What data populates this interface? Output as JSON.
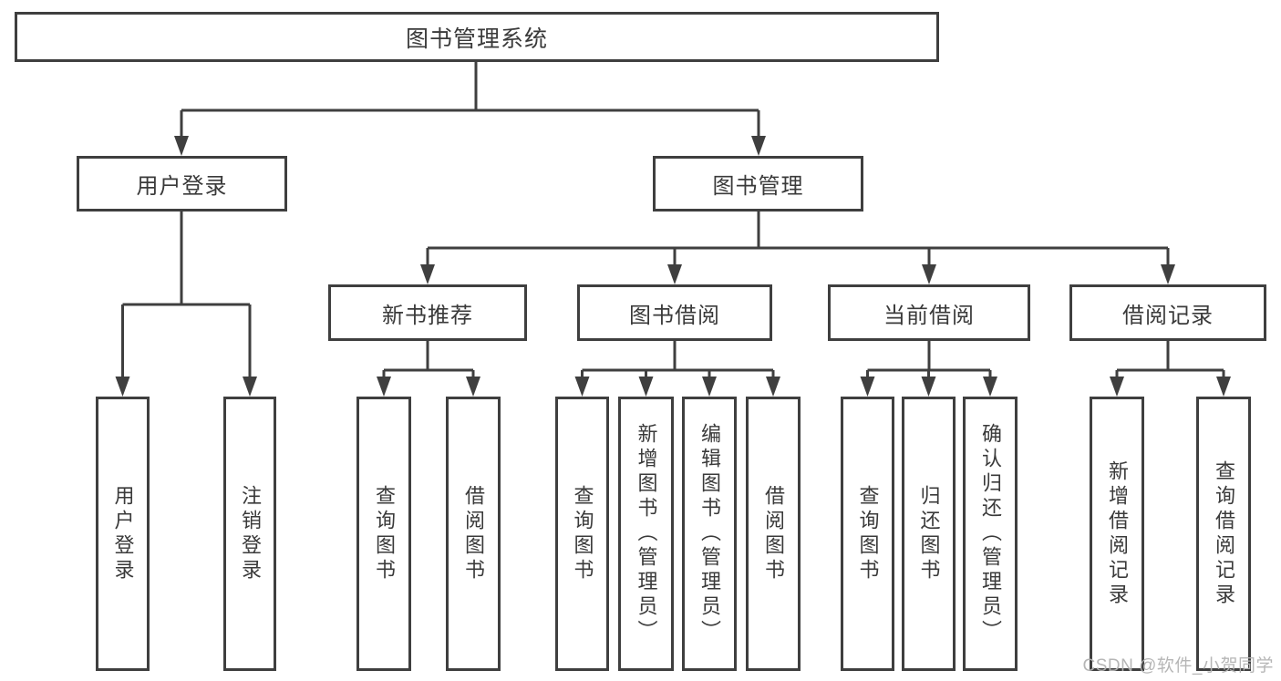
{
  "diagram": {
    "type": "tree",
    "title": "图书管理系统",
    "colors": {
      "line": "#3f3f3f",
      "box_border": "#3f3f3f",
      "box_fill": "#ffffff",
      "text": "#3a3a3a",
      "watermark": "#b3b3b3"
    },
    "nodes": [
      {
        "id": "library-management-system",
        "label": "图书管理系统",
        "parent": null
      },
      {
        "id": "user-login",
        "label": "用户登录",
        "parent": "library-management-system"
      },
      {
        "id": "book-management",
        "label": "图书管理",
        "parent": "library-management-system"
      },
      {
        "id": "new-book-recommendation",
        "label": "新书推荐",
        "parent": "book-management"
      },
      {
        "id": "book-borrowing",
        "label": "图书借阅",
        "parent": "book-management"
      },
      {
        "id": "current-borrowing",
        "label": "当前借阅",
        "parent": "book-management"
      },
      {
        "id": "borrowing-records",
        "label": "借阅记录",
        "parent": "book-management"
      },
      {
        "id": "user-login-action",
        "label": "用户登录",
        "parent": "user-login"
      },
      {
        "id": "logout-action",
        "label": "注销登录",
        "parent": "user-login"
      },
      {
        "id": "recommend-query-books",
        "label": "查询图书",
        "parent": "new-book-recommendation"
      },
      {
        "id": "recommend-borrow-books",
        "label": "借阅图书",
        "parent": "new-book-recommendation"
      },
      {
        "id": "borrowing-query-books",
        "label": "查询图书",
        "parent": "book-borrowing"
      },
      {
        "id": "borrowing-add-books",
        "label": "新增图书（管理员）",
        "parent": "book-borrowing"
      },
      {
        "id": "borrowing-edit-books",
        "label": "编辑图书（管理员）",
        "parent": "book-borrowing"
      },
      {
        "id": "borrowing-borrow-books",
        "label": "借阅图书",
        "parent": "book-borrowing"
      },
      {
        "id": "current-query-books",
        "label": "查询图书",
        "parent": "current-borrowing"
      },
      {
        "id": "current-return-books",
        "label": "归还图书",
        "parent": "current-borrowing"
      },
      {
        "id": "current-confirm-return",
        "label": "确认归还（管理员）",
        "parent": "current-borrowing"
      },
      {
        "id": "records-add-record",
        "label": "新增借阅记录",
        "parent": "borrowing-records"
      },
      {
        "id": "records-query-record",
        "label": "查询借阅记录",
        "parent": "borrowing-records"
      }
    ]
  },
  "watermark": {
    "text": "CSDN @软件_小贺同学"
  }
}
